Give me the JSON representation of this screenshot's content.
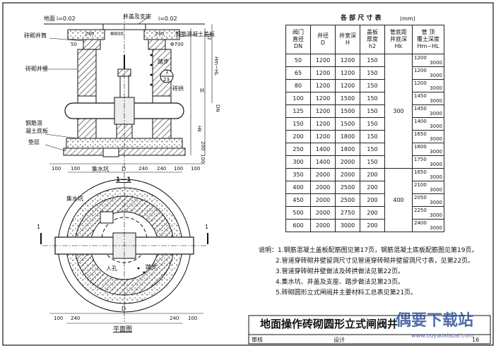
{
  "drawing": {
    "section_title": "1—1",
    "plan_title": "平面图",
    "labels": {
      "ground": "地面",
      "slope1": "i=0.02",
      "slope2": "i=0.02",
      "cover_support": "井盖及支座",
      "brick_neck": "砖砌井筒",
      "rc_cover_plate": "钢筋混凝土盖板",
      "brick_wall": "砖砌井壁",
      "rc_base_plate_1": "钢筋混",
      "rc_base_plate_2": "凝土底板",
      "cushion": "垫层",
      "sump": "集水坑",
      "sump_plan": "集水坑",
      "step": "踏步",
      "step_plan": "踏步",
      "manhole": "人孔",
      "brick_arch": "砖拱",
      "phi800": "Φ800",
      "phi700": "Φ700",
      "ref_num": "1",
      "ref_page": "23",
      "dim_240_l": "240",
      "dim_240_r": "240",
      "dim_50": "50",
      "dim_h": "H",
      "dim_h2": "h2",
      "dim_dn": "DN",
      "dim_hk": "Hk",
      "dim_hmhl": "Hm~HL",
      "dim_200": "200",
      "dim_100_side": "100",
      "dim_D": "D",
      "dim_D_plan": "D",
      "section_mark_l": "1",
      "section_mark_r": "1",
      "bottom_dims": [
        "100",
        "100",
        "240",
        "240",
        "100",
        "100"
      ],
      "plan_dims": [
        "100",
        "240",
        "240",
        "100"
      ]
    }
  },
  "table": {
    "title": "各 部 尺 寸 表",
    "unit": "(mm)",
    "headers": [
      "阀门\n直径\nDN",
      "井径\nD",
      "井室深\nH",
      "盖板\n厚度\nh2",
      "管底距\n井底深\nHk",
      "管 顶\n覆土深度\nHm~HL"
    ],
    "rows": [
      {
        "dn": "50",
        "d": "1200",
        "h": "1200",
        "h2": "150",
        "cover": [
          "1200",
          "3000"
        ]
      },
      {
        "dn": "65",
        "d": "1200",
        "h": "1200",
        "h2": "150",
        "cover": [
          "1200",
          "3000"
        ]
      },
      {
        "dn": "80",
        "d": "1200",
        "h": "1200",
        "h2": "150",
        "cover": [
          "1200",
          "3000"
        ]
      },
      {
        "dn": "100",
        "d": "1200",
        "h": "1500",
        "h2": "150",
        "cover": [
          "1450",
          "3000"
        ]
      },
      {
        "dn": "125",
        "d": "1200",
        "h": "1500",
        "h2": "150",
        "cover": [
          "1450",
          "3000"
        ]
      },
      {
        "dn": "150",
        "d": "1200",
        "h": "1500",
        "h2": "150",
        "cover": [
          "1400",
          "3000"
        ]
      },
      {
        "dn": "200",
        "d": "1200",
        "h": "1800",
        "h2": "150",
        "cover": [
          "1650",
          "3000"
        ]
      },
      {
        "dn": "250",
        "d": "1400",
        "h": "1800",
        "h2": "150",
        "cover": [
          "1600",
          "3000"
        ]
      },
      {
        "dn": "300",
        "d": "1400",
        "h": "2000",
        "h2": "150",
        "cover": [
          "1750",
          "3000"
        ]
      },
      {
        "dn": "350",
        "d": "2000",
        "h": "2000",
        "h2": "200",
        "cover": [
          "1650",
          "3000"
        ]
      },
      {
        "dn": "400",
        "d": "2000",
        "h": "2500",
        "h2": "200",
        "cover": [
          "2100",
          "3000"
        ]
      },
      {
        "dn": "450",
        "d": "2000",
        "h": "2500",
        "h2": "200",
        "cover": [
          "2050",
          "3000"
        ]
      },
      {
        "dn": "500",
        "d": "2000",
        "h": "2750",
        "h2": "200",
        "cover": [
          "2250",
          "3000"
        ]
      },
      {
        "dn": "600",
        "d": "2000",
        "h": "3000",
        "h2": "200",
        "cover": [
          "2400",
          "3000"
        ]
      }
    ],
    "hk_group1": "300",
    "hk_group2": "400"
  },
  "notes": [
    "说明：1.钢筋混凝土盖板配筋图见第17页，钢筋混凝土底板配筋图见第19页。",
    "2.管道穿砖砌井壁留洞尺寸见管道穿砖砌井壁留洞尺寸表，见第22页。",
    "3.管道穿砖砌井壁做法及砖拱做法见第22页。",
    "4.集水坑、井盖及支座、踏步做法见第23页。",
    "5.砖砌圆形立式闸阀井主要材料工总表见第21页。"
  ],
  "title_block": {
    "title": "地面操作砖砌圆形立式闸阀井",
    "row_labels": [
      "审核",
      "设计"
    ],
    "page": "16",
    "watermark_big": "偶要下载站",
    "watermark_small": "www.ouyaoxiazai.com"
  }
}
